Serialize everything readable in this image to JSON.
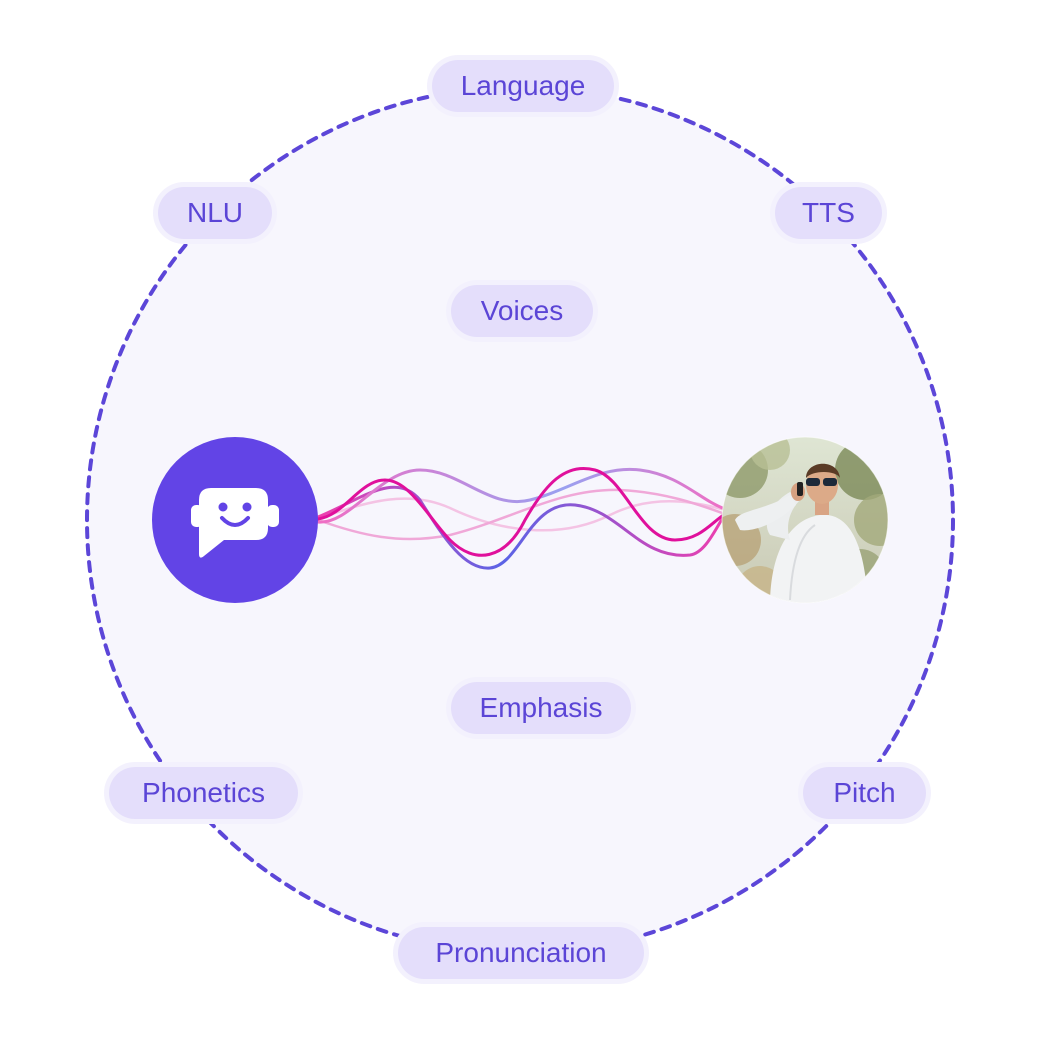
{
  "colors": {
    "accent": "#6244e6",
    "dash": "#5c46d8",
    "disc_fill": "#f7f6fd",
    "pill_bg": "#e4defb",
    "pill_text": "#5b45d6",
    "wave_pink": "#ee3fae",
    "wave_magenta": "#e0109c",
    "wave_blue": "#4a63e8"
  },
  "labels": {
    "language": "Language",
    "nlu": "NLU",
    "tts": "TTS",
    "voices": "Voices",
    "emphasis": "Emphasis",
    "phonetics": "Phonetics",
    "pitch": "Pitch",
    "pronunciation": "Pronunciation"
  },
  "icons": {
    "bot": "chatbot-face-icon",
    "person": "person-on-phone-photo"
  }
}
